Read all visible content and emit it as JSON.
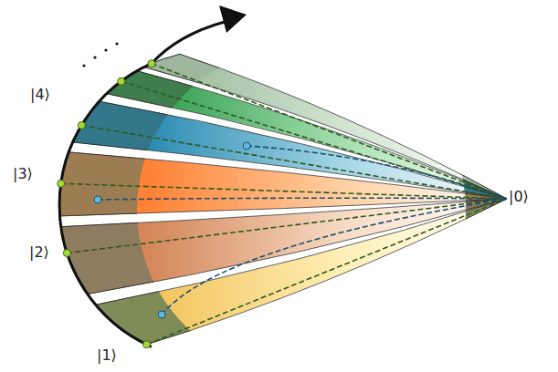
{
  "diagram": {
    "labels": [
      "|4⟩",
      "|3⟩",
      "|0⟩",
      "|2⟩",
      "|1⟩"
    ]
  }
}
